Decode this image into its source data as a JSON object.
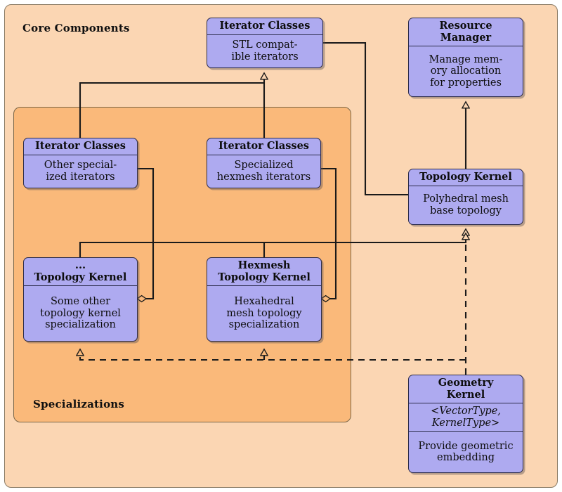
{
  "diagram": {
    "title_outer": "Core Components",
    "title_inner": "Specializations",
    "colors": {
      "outer_panel": "#FBD6B3",
      "inner_panel": "#FAB97A",
      "class_box": "#AEAAF0",
      "line": "#1A1A1A"
    }
  },
  "classes": {
    "stl_iterators": {
      "title": "Iterator Classes",
      "body": "STL compat-\nible iterators"
    },
    "resource_manager": {
      "title": "Resource\nManager",
      "body": "Manage mem-\nory allocation\nfor properties"
    },
    "other_iterators": {
      "title": "Iterator Classes",
      "body": "Other special-\nized iterators"
    },
    "hexmesh_iterators": {
      "title": "Iterator Classes",
      "body": "Specialized\nhexmesh iterators"
    },
    "topology_kernel": {
      "title": "Topology Kernel",
      "body": "Polyhedral mesh\nbase topology"
    },
    "other_topology_kernel": {
      "title": "...\nTopology Kernel",
      "body": "Some other\ntopology kernel\nspecialization"
    },
    "hexmesh_topology_kernel": {
      "title": "Hexmesh\nTopology Kernel",
      "body": "Hexahedral\nmesh topology\nspecialization"
    },
    "geometry_kernel": {
      "title": "Geometry\nKernel",
      "template": "<VectorType,\nKernelType>",
      "body": "Provide geometric\nembedding"
    }
  },
  "relations": [
    {
      "name": "other-iterators-generalizes-stl-iterators",
      "type": "generalization",
      "from": "other_iterators",
      "to": "stl_iterators"
    },
    {
      "name": "hexmesh-iterators-generalizes-stl-iterators",
      "type": "generalization",
      "from": "hexmesh_iterators",
      "to": "stl_iterators"
    },
    {
      "name": "topology-kernel-generalizes-resource-manager",
      "type": "generalization",
      "from": "topology_kernel",
      "to": "resource_manager"
    },
    {
      "name": "other-topology-kernel-generalizes-topology-kernel",
      "type": "generalization",
      "from": "other_topology_kernel",
      "to": "topology_kernel"
    },
    {
      "name": "hexmesh-topology-kernel-generalizes-topology-kernel",
      "type": "generalization",
      "from": "hexmesh_topology_kernel",
      "to": "topology_kernel"
    },
    {
      "name": "stl-iterators-aggregated-by-topology-kernel",
      "type": "aggregation",
      "from": "stl_iterators",
      "to": "topology_kernel"
    },
    {
      "name": "other-iterators-aggregated-by-other-topology-kernel",
      "type": "aggregation",
      "from": "other_iterators",
      "to": "other_topology_kernel"
    },
    {
      "name": "hexmesh-iterators-aggregated-by-hexmesh-topology-kernel",
      "type": "aggregation",
      "from": "hexmesh_iterators",
      "to": "hexmesh_topology_kernel"
    },
    {
      "name": "geometry-kernel-realizes-topology-kernel",
      "type": "realization",
      "from": "geometry_kernel",
      "to": "topology_kernel"
    },
    {
      "name": "geometry-kernel-realizes-other-topology-kernel",
      "type": "realization",
      "from": "geometry_kernel",
      "to": "other_topology_kernel"
    },
    {
      "name": "geometry-kernel-realizes-hexmesh-topology-kernel",
      "type": "realization",
      "from": "geometry_kernel",
      "to": "hexmesh_topology_kernel"
    }
  ]
}
